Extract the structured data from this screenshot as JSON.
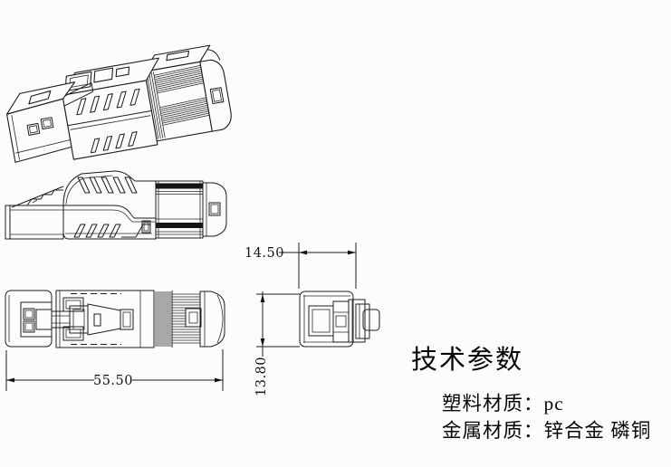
{
  "drawing": {
    "dimensions": {
      "width_mm": "14.50",
      "height_mm": "13.80",
      "length_mm": "55.50"
    }
  },
  "specs": {
    "title": "技术参数",
    "items": [
      {
        "label": "塑料材质：",
        "value": "pc"
      },
      {
        "label": "金属材质：",
        "value": "锌合金 磷铜"
      }
    ]
  }
}
